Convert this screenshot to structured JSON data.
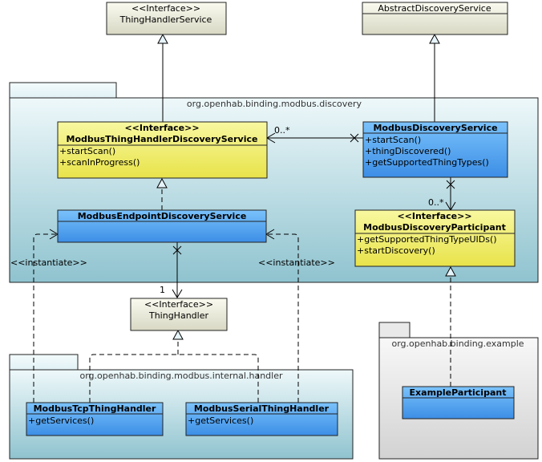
{
  "packages": {
    "discovery": "org.openhab.binding.modbus.discovery",
    "handler": "org.openhab.binding.modbus.internal.handler",
    "example": "org.openhab.binding.example"
  },
  "classes": {
    "thing_handler_service": {
      "stereotype": "<<Interface>>",
      "name": "ThingHandlerService"
    },
    "abstract_discovery_service": {
      "name": "AbstractDiscoveryService"
    },
    "modbus_thing_handler_discovery_service": {
      "stereotype": "<<Interface>>",
      "name": "ModbusThingHandlerDiscoveryService",
      "methods": [
        "+startScan()",
        "+scanInProgress()"
      ]
    },
    "modbus_discovery_service": {
      "name": "ModbusDiscoveryService",
      "methods": [
        "+startScan()",
        "+thingDiscovered()",
        "+getSupportedThingTypes()"
      ]
    },
    "modbus_endpoint_discovery_service": {
      "name": "ModbusEndpointDiscoveryService"
    },
    "modbus_discovery_participant": {
      "stereotype": "<<Interface>>",
      "name": "ModbusDiscoveryParticipant",
      "methods": [
        "+getSupportedThingTypeUIDs()",
        "+startDiscovery()"
      ]
    },
    "thing_handler": {
      "stereotype": "<<Interface>>",
      "name": "ThingHandler"
    },
    "modbus_tcp_thing_handler": {
      "name": "ModbusTcpThingHandler",
      "methods": [
        "+getServices()"
      ]
    },
    "modbus_serial_thing_handler": {
      "name": "ModbusSerialThingHandler",
      "methods": [
        "+getServices()"
      ]
    },
    "example_participant": {
      "name": "ExampleParticipant"
    }
  },
  "labels": {
    "mult_0n_top": "0..*",
    "mult_0n_right": "0..*",
    "mult_1": "1",
    "instantiate_left": "<<instantiate>>",
    "instantiate_right": "<<instantiate>>"
  },
  "colors": {
    "interface_fill": "#f2ef5f",
    "class_fill": "#5aaaf4",
    "neutral_fill": "#eeeedd",
    "package_fill": "#c4e3ea",
    "example_package_fill": "#e4e4e4"
  }
}
